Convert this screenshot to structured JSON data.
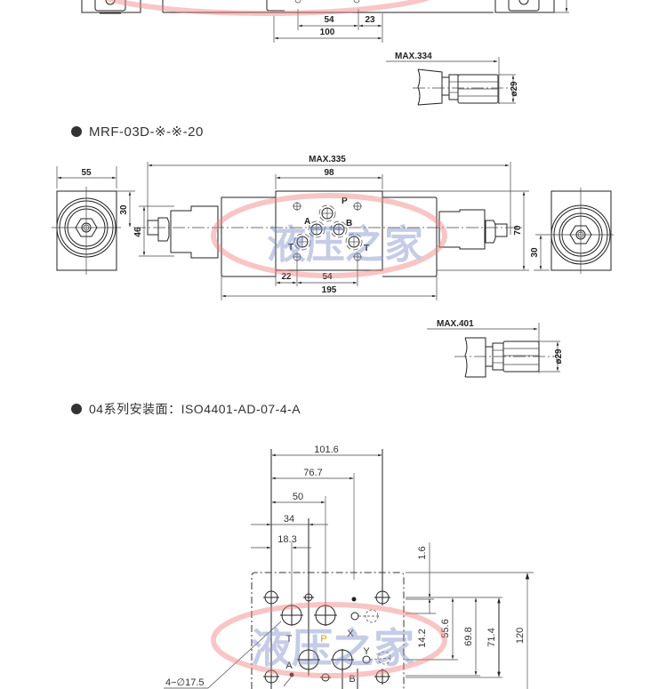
{
  "sections": [
    {
      "id": "mrf03d",
      "heading": "MRF-03D-※-※-20"
    },
    {
      "id": "iso04",
      "heading": "04系列安装面：ISO4401-AD-07-4-A"
    }
  ],
  "top_partial": {
    "dims": {
      "d54": "54",
      "d23": "23",
      "d100": "100"
    },
    "knob": {
      "max_label": "MAX.334",
      "dia_label": "ø29"
    }
  },
  "mrf03d_drawing": {
    "left_end": {
      "width": "55",
      "height": "30"
    },
    "body": {
      "overall_max": "MAX.335",
      "plate_width": "98",
      "height_46": "46",
      "height_70": "70",
      "d22": "22",
      "d54": "54",
      "d195": "195"
    },
    "right_end": {
      "height": "30"
    },
    "ports": {
      "P": "P",
      "A": "A",
      "B": "B",
      "T_left": "T",
      "T_right": "T"
    },
    "knob": {
      "max_label": "MAX.401",
      "dia_label": "ø29"
    }
  },
  "iso_face": {
    "h_dims": [
      "101.6",
      "76.7",
      "50",
      "34",
      "18.3"
    ],
    "v_dims": [
      "1.6",
      "14.2",
      "55.6",
      "69.8",
      "71.4",
      "120"
    ],
    "ports": {
      "T": "T",
      "P": "P",
      "X": "X",
      "Y": "Y",
      "A": "A",
      "B": "B"
    },
    "hole_callout": "4−∅17.5"
  },
  "watermark": {
    "text": "液压之家",
    "color_text": "#7f8fc8",
    "color_swoosh": "#f08080"
  }
}
